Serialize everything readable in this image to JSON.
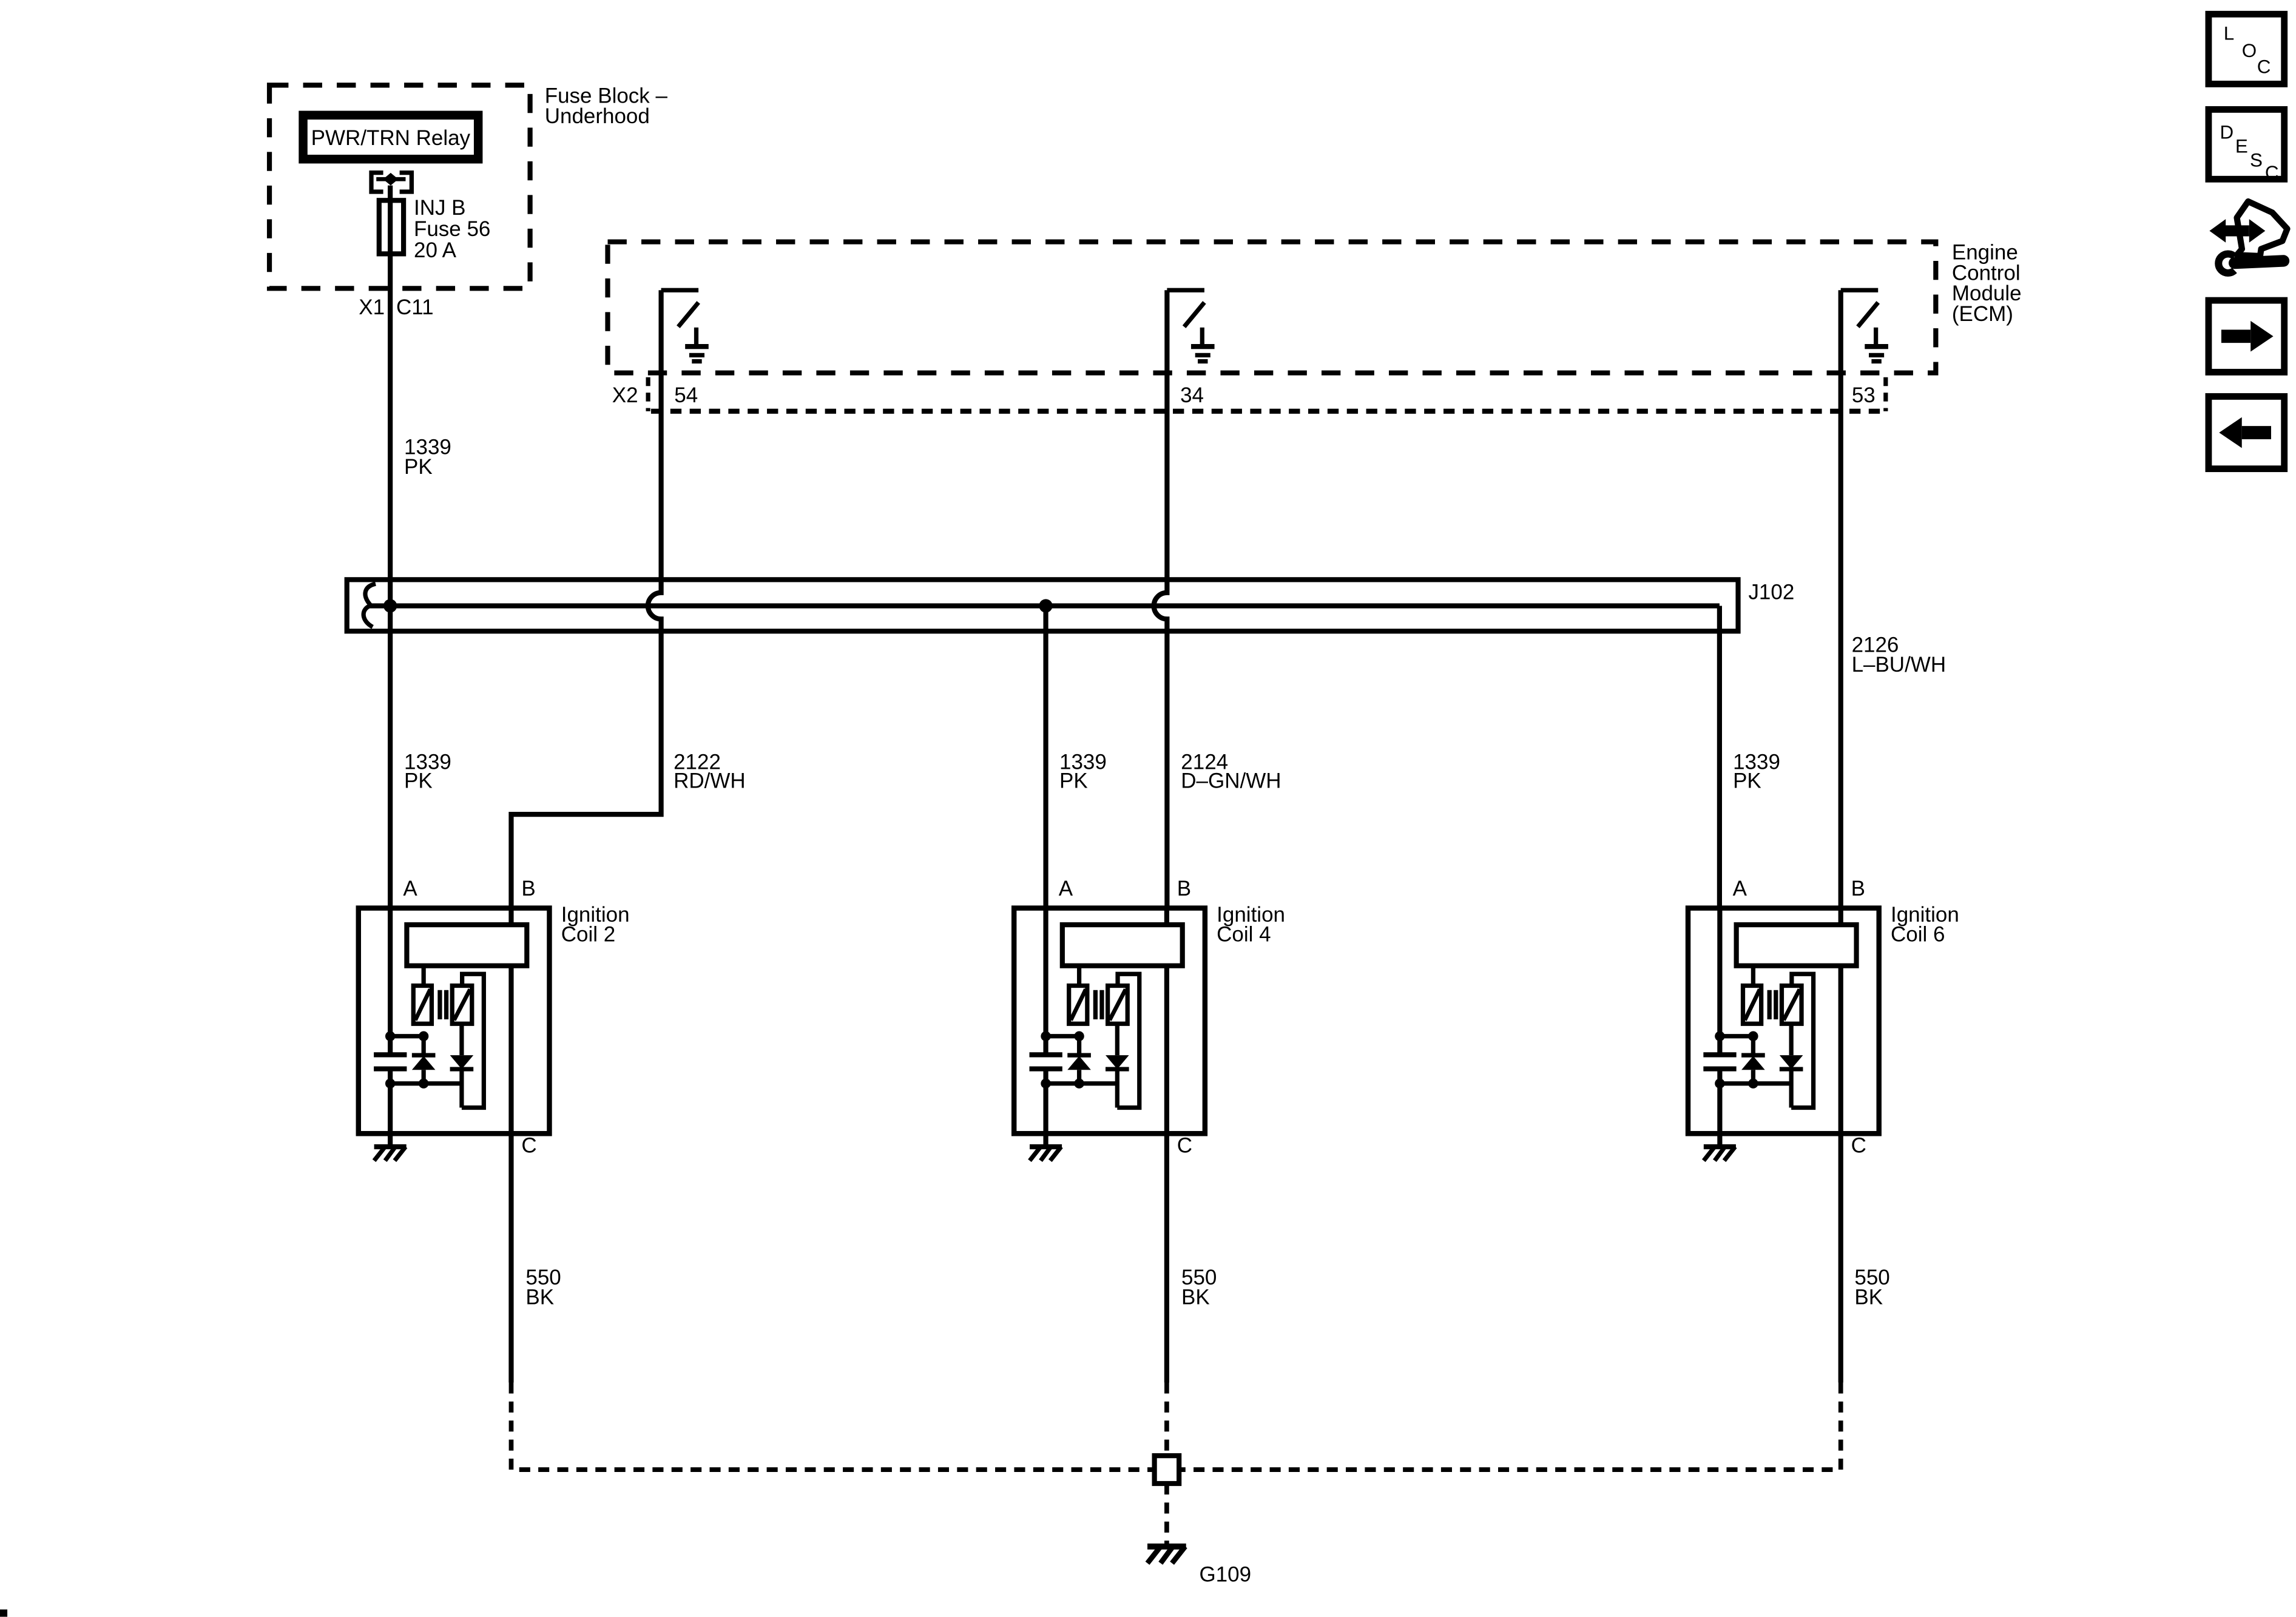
{
  "page": {
    "background": "#ffffff",
    "ink": "#000000"
  },
  "fuse_block": {
    "title_line1": "Fuse Block –",
    "title_line2": "Underhood",
    "relay_label": "PWR/TRN Relay",
    "fuse_name": "INJ B",
    "fuse_id": "Fuse 56",
    "fuse_rating": "20 A",
    "connector_label": "X1",
    "pin_label": "C11"
  },
  "ecm": {
    "title_line1": "Engine",
    "title_line2": "Control",
    "title_line3": "Module",
    "title_line4": "(ECM)",
    "connector_label": "X2",
    "pin_54": "54",
    "pin_34": "34",
    "pin_53": "53"
  },
  "junction": {
    "label": "J102"
  },
  "ground": {
    "label": "G109"
  },
  "wires": {
    "fuse_feed": {
      "circuit": "1339",
      "color": "PK"
    },
    "coil2_a": {
      "circuit": "1339",
      "color": "PK"
    },
    "coil2_b": {
      "circuit": "2122",
      "color": "RD/WH"
    },
    "coil4_a": {
      "circuit": "1339",
      "color": "PK"
    },
    "coil4_b": {
      "circuit": "2124",
      "color": "D–GN/WH"
    },
    "coil6_a": {
      "circuit": "1339",
      "color": "PK"
    },
    "coil6_b": {
      "circuit": "2126",
      "color": "L–BU/WH"
    },
    "coil2_c": {
      "circuit": "550",
      "color": "BK"
    },
    "coil4_c": {
      "circuit": "550",
      "color": "BK"
    },
    "coil6_c": {
      "circuit": "550",
      "color": "BK"
    }
  },
  "coils": [
    {
      "title_line1": "Ignition",
      "title_line2": "Coil 2",
      "pin_a": "A",
      "pin_b": "B",
      "pin_c": "C"
    },
    {
      "title_line1": "Ignition",
      "title_line2": "Coil 4",
      "pin_a": "A",
      "pin_b": "B",
      "pin_c": "C"
    },
    {
      "title_line1": "Ignition",
      "title_2": "",
      "title_line2": "Coil 6",
      "pin_a": "A",
      "pin_b": "B",
      "pin_c": "C"
    }
  ],
  "toolbar": {
    "loc_letters": [
      "L",
      "O",
      "C"
    ],
    "desc_letters": [
      "D",
      "E",
      "S",
      "C"
    ],
    "icons": {
      "tools": "wrench-double-arrow-icon",
      "next": "arrow-right-icon",
      "back": "arrow-left-icon"
    }
  }
}
